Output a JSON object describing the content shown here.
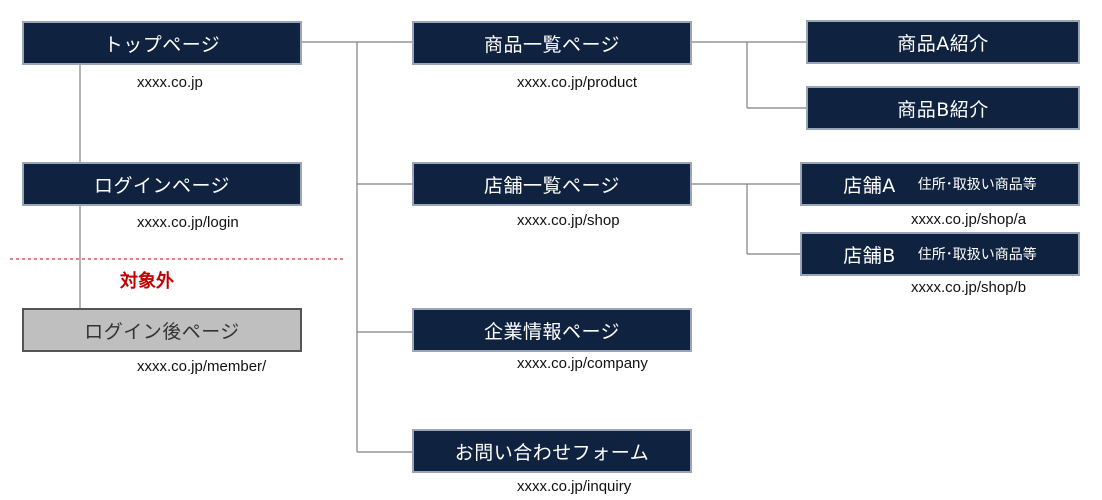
{
  "nodes": {
    "top": {
      "label": "トップページ",
      "url": "xxxx.co.jp"
    },
    "login": {
      "label": "ログインページ",
      "url": "xxxx.co.jp/login"
    },
    "after_login": {
      "label": "ログイン後ページ",
      "url": "xxxx.co.jp/member/"
    },
    "product_list": {
      "label": "商品一覧ページ",
      "url": "xxxx.co.jp/product"
    },
    "shop_list": {
      "label": "店舗一覧ページ",
      "url": "xxxx.co.jp/shop"
    },
    "company": {
      "label": "企業情報ページ",
      "url": "xxxx.co.jp/company"
    },
    "inquiry": {
      "label": "お問い合わせフォーム",
      "url": "xxxx.co.jp/inquiry"
    },
    "product_a": {
      "label": "商品A紹介"
    },
    "product_b": {
      "label": "商品B紹介"
    },
    "shop_a": {
      "label": "店舗A",
      "sub": "住所･取扱い商品等",
      "url": "xxxx.co.jp/shop/a"
    },
    "shop_b": {
      "label": "店舗B",
      "sub": "住所･取扱い商品等",
      "url": "xxxx.co.jp/shop/b"
    }
  },
  "exclusion_label": "対象外",
  "colors": {
    "node_fill": "#0f2340",
    "node_border": "#9aa6b7",
    "excluded_fill": "#bfbfbf",
    "excluded_border": "#555555",
    "connector": "#808080",
    "exclusion_line": "#c00000"
  }
}
